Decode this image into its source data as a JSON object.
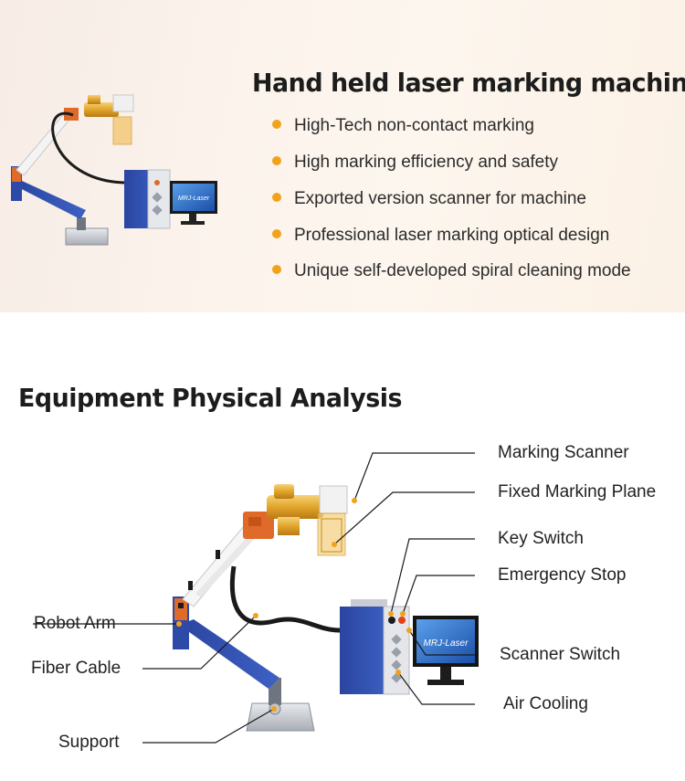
{
  "hero": {
    "title": "Hand held laser marking machine",
    "features": [
      "High-Tech non-contact marking",
      "High marking efficiency and safety",
      "Exported version scanner for machine",
      "Professional laser marking optical design",
      "Unique self-developed spiral cleaning mode"
    ],
    "monitor_brand": "MRJ-Laser"
  },
  "analysis": {
    "title": "Equipment Physical Analysis",
    "monitor_brand": "MRJ-Laser",
    "labels": {
      "marking_scanner": "Marking Scanner",
      "fixed_marking_plane": "Fixed Marking Plane",
      "key_switch": "Key Switch",
      "emergency_stop": "Emergency Stop",
      "robot_arm": "Robot Arm",
      "scanner_switch": "Scanner Switch",
      "fiber_cable": "Fiber Cable",
      "air_cooling": "Air Cooling",
      "support": "Support"
    }
  },
  "colors": {
    "accent": "#f2a21a",
    "arm_blue": "#2d4aa8",
    "gold": "#e1a52a",
    "orange": "#e06a2a"
  }
}
